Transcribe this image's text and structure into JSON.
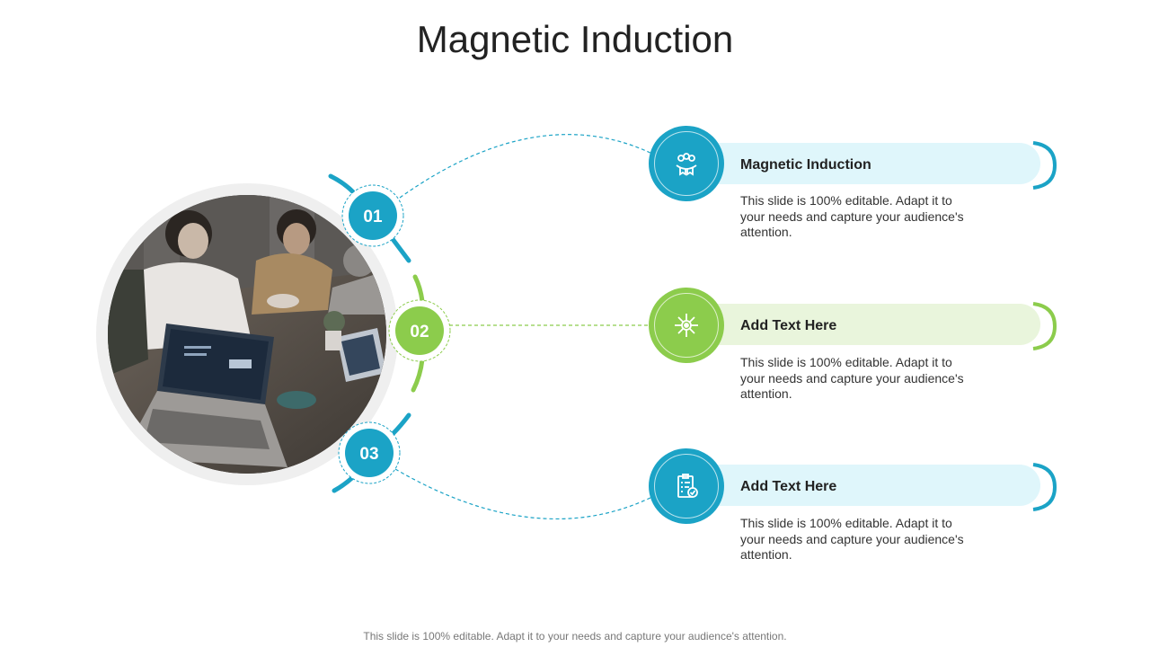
{
  "title": "Magnetic Induction",
  "steps": [
    {
      "number": "01",
      "heading": "Magnetic Induction",
      "description": "This slide is 100% editable.  Adapt it to your needs and capture your audience's attention.",
      "color": "#1ba3c6",
      "pill_color": "#dff6fb",
      "icon": "team-award-icon"
    },
    {
      "number": "02",
      "heading": "Add  Text Here",
      "description": "This slide is 100% editable.  Adapt it to your needs and capture your audience's attention.",
      "color": "#8ccc4c",
      "pill_color": "#e9f5dc",
      "icon": "network-hub-icon"
    },
    {
      "number": "03",
      "heading": "Add  Text Here",
      "description": "This slide is 100% editable.  Adapt it to your needs and capture your audience's attention.",
      "color": "#1ba3c6",
      "pill_color": "#dff6fb",
      "icon": "clipboard-checklist-icon"
    }
  ],
  "photo": {
    "icon": "team-meeting-photo"
  },
  "footer": "This slide is 100% editable. Adapt it to your needs and capture your audience's attention."
}
